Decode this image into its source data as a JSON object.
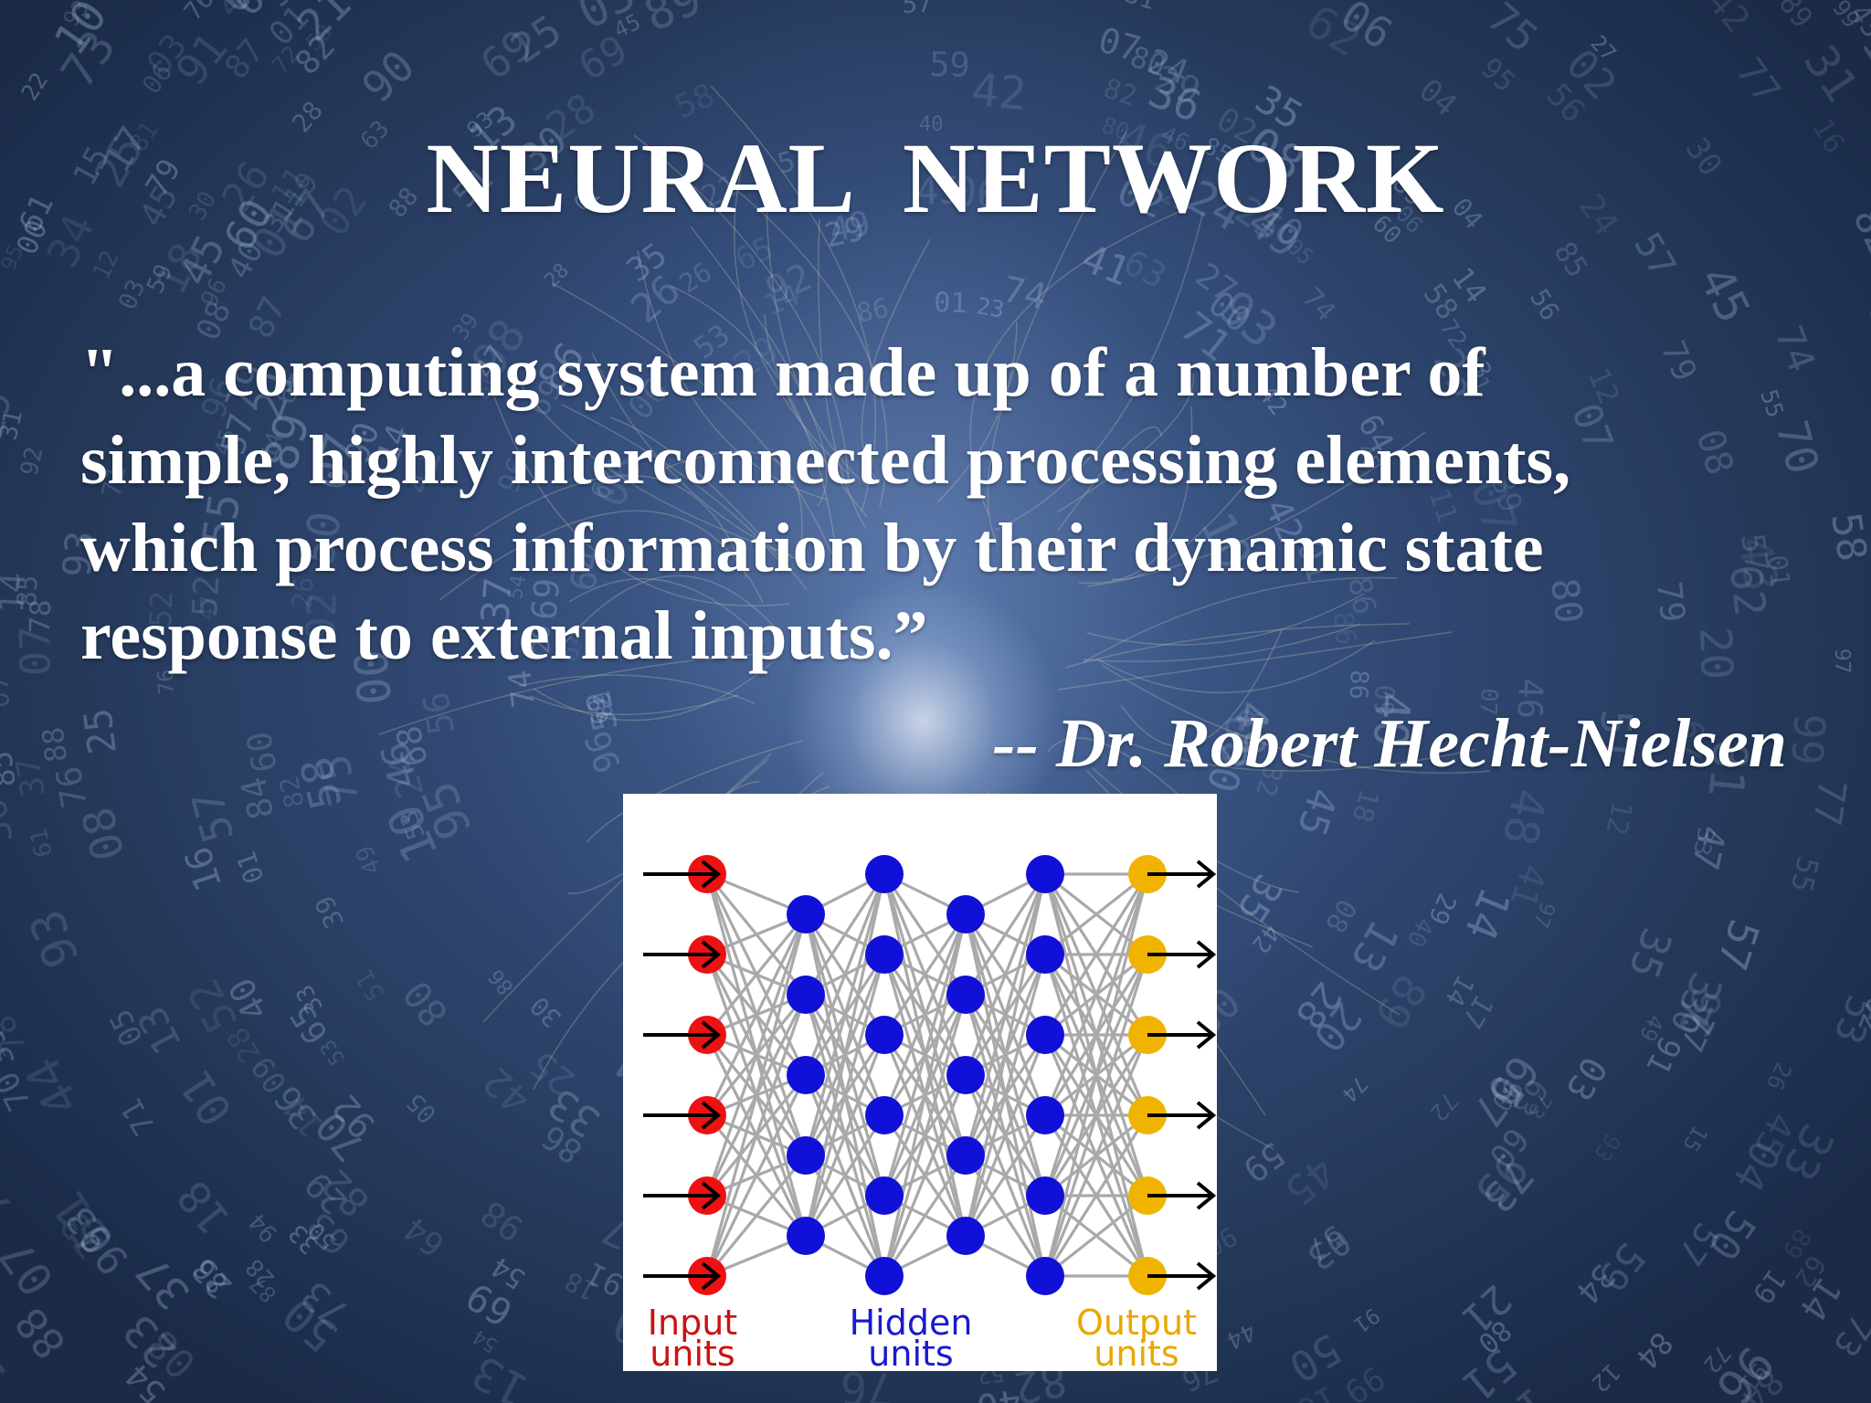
{
  "slide": {
    "title": "NEURAL  NETWORK",
    "quote_lines": [
      "\"...a computing system made up of a number of",
      "simple, highly interconnected processing elements,",
      "which process information by their dynamic state",
      "response to external inputs.”"
    ],
    "attribution": "-- Dr. Robert Hecht-Nielsen"
  },
  "diagram": {
    "labels": {
      "input": [
        "Input",
        "units"
      ],
      "hidden": [
        "Hidden",
        "units"
      ],
      "output": [
        "Output",
        "units"
      ]
    },
    "layers": [
      {
        "role": "input",
        "nodes": 6,
        "color": "#ee1111"
      },
      {
        "role": "hidden",
        "nodes": 5,
        "color": "#1010d8"
      },
      {
        "role": "hidden",
        "nodes": 6,
        "color": "#1010d8"
      },
      {
        "role": "hidden",
        "nodes": 5,
        "color": "#1010d8"
      },
      {
        "role": "hidden",
        "nodes": 6,
        "color": "#1010d8"
      },
      {
        "role": "output",
        "nodes": 6,
        "color": "#f0b400"
      }
    ],
    "edge_color": "#a9a9a9",
    "arrow_color": "#000000"
  }
}
